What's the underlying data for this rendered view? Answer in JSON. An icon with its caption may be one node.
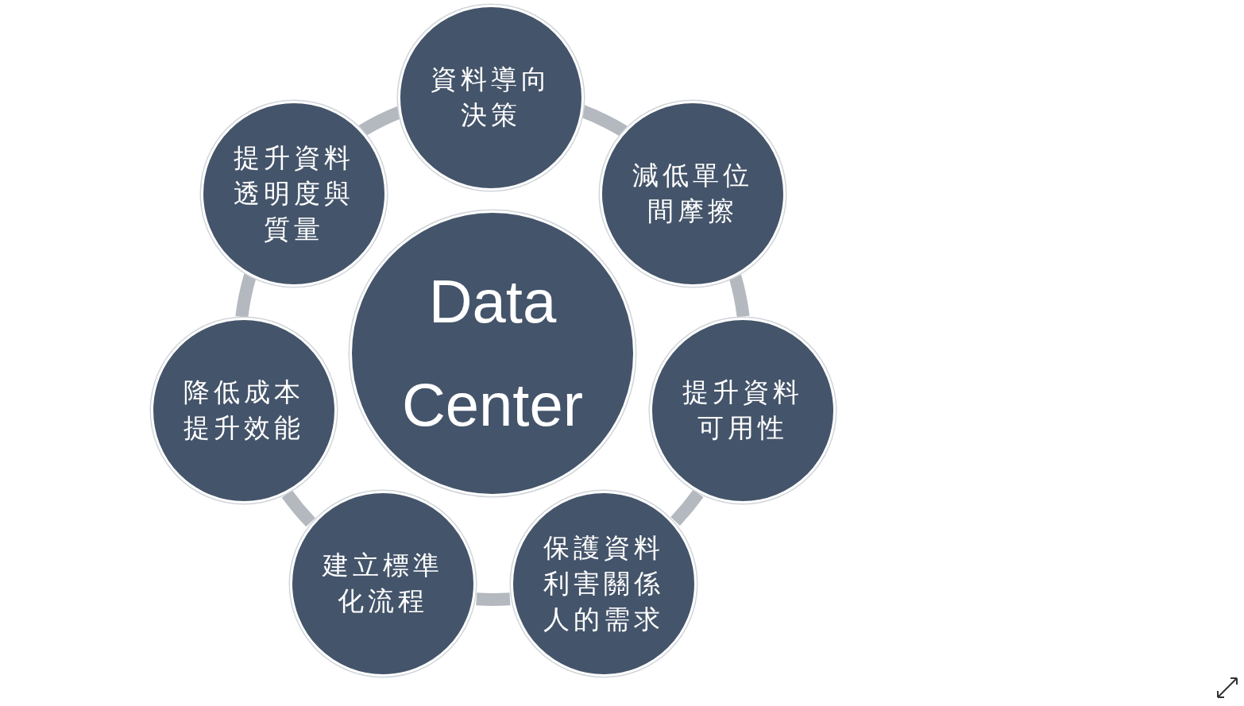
{
  "diagram": {
    "nodes": [
      {
        "text": [
          "Data Center"
        ]
      },
      {
        "text": [
          "資料導向決策"
        ]
      },
      {
        "text": [
          "減低單位間摩擦"
        ]
      },
      {
        "text": [
          "提升資料可用性"
        ]
      },
      {
        "text": [
          "保護資料利害關係人的需求"
        ]
      },
      {
        "text": [
          "建立標準化流程"
        ]
      },
      {
        "text": [
          "降低成本提升效能"
        ]
      },
      {
        "text": [
          "提升資料透明度與質量"
        ]
      }
    ],
    "edges": [
      {
        "from": 1,
        "to": 2,
        "arrow": "none"
      },
      {
        "from": 2,
        "to": 3,
        "arrow": "none"
      },
      {
        "from": 3,
        "to": 4,
        "arrow": "none"
      },
      {
        "from": 4,
        "to": 5,
        "arrow": "none"
      },
      {
        "from": 5,
        "to": 6,
        "arrow": "none"
      },
      {
        "from": 6,
        "to": 7,
        "arrow": "none"
      },
      {
        "from": 7,
        "to": 1,
        "arrow": "none"
      }
    ]
  }
}
